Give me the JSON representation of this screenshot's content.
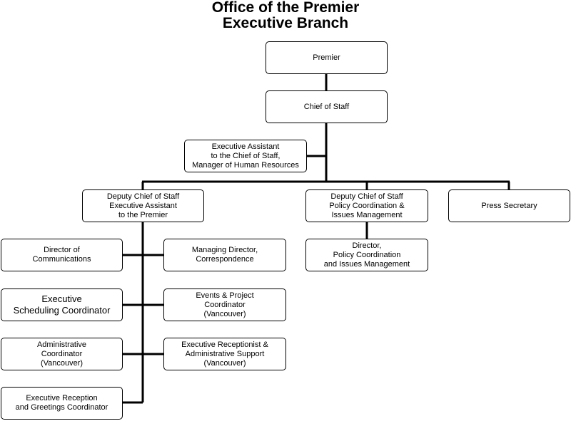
{
  "title": {
    "line1": "Office of the Premier",
    "line2": "Executive Branch"
  },
  "boxes": {
    "premier": "Premier",
    "chief_of_staff": "Chief of Staff",
    "exec_assistant_cos": "Executive Assistant\nto the Chief of Staff,\nManager of Human Resources",
    "deputy_cos_exec_assistant": "Deputy Chief of Staff\nExecutive Assistant\nto the Premier",
    "deputy_cos_policy": "Deputy Chief of Staff\nPolicy Coordination &\nIssues Management",
    "press_secretary": "Press Secretary",
    "director_policy": "Director,\nPolicy Coordination\nand Issues Management",
    "director_communications": "Director of\nCommunications",
    "managing_director_correspondence": "Managing Director,\nCorrespondence",
    "exec_scheduling_coordinator": "Executive\nScheduling Coordinator",
    "events_project_coordinator": "Events & Project\nCoordinator\n(Vancouver)",
    "admin_coordinator": "Administrative\nCoordinator\n(Vancouver)",
    "exec_receptionist": "Executive Receptionist &\nAdministrative Support\n(Vancouver)",
    "exec_reception_greetings": "Executive Reception\nand Greetings Coordinator"
  }
}
